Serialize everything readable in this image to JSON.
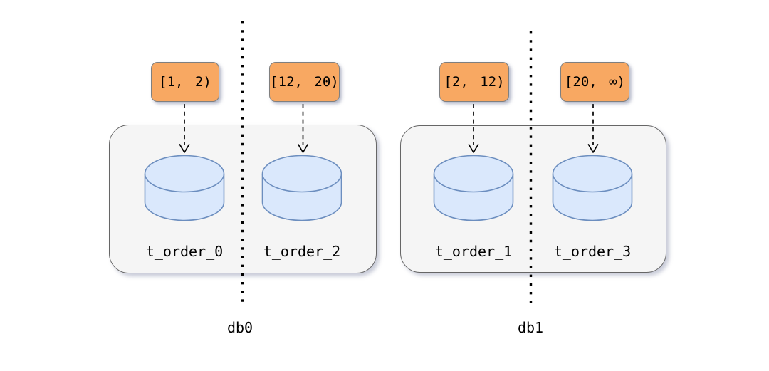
{
  "diagram": {
    "kind": "database-sharding-diagram",
    "groups": [
      {
        "label": "db0",
        "tables": [
          {
            "name": "t_order_0",
            "range": "[1, 2)"
          },
          {
            "name": "t_order_2",
            "range": "[12, 20)"
          }
        ]
      },
      {
        "label": "db1",
        "tables": [
          {
            "name": "t_order_1",
            "range": "[2, 12)"
          },
          {
            "name": "t_order_3",
            "range": "[20, ∞)"
          }
        ]
      }
    ],
    "icons": {
      "table_icon": "database-cylinder-icon",
      "partition_line": "dotted-vertical-line",
      "mapping_arrow": "dashed-down-arrow"
    },
    "colors": {
      "range_box_fill": "#F8A862",
      "range_box_border": "#7F7F7F",
      "cylinder_fill": "#DAE8FC",
      "cylinder_border": "#6C8EBF",
      "group_fill": "#F5F5F5",
      "group_border": "#666666",
      "line_color": "#000000",
      "background": "#FFFFFF"
    }
  }
}
